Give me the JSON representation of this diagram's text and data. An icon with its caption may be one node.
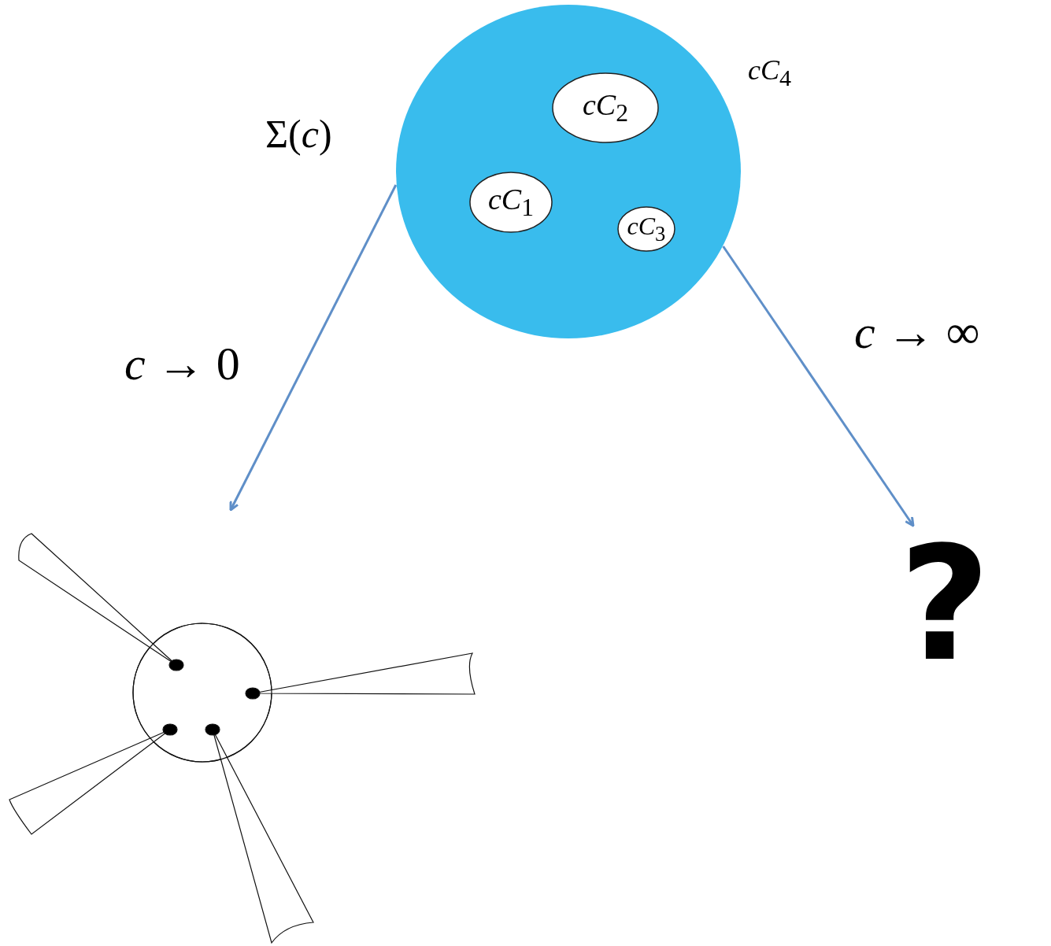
{
  "diagram": {
    "nodes": [
      {
        "text": [
          "*cC*$_{4}$"
        ],
        "beside": [
          "Σ(*c*)"
        ]
      },
      {
        "text": [
          "*cC*$_{1}$"
        ],
        "in": 0
      },
      {
        "text": [
          "*cC*$_{2}$"
        ],
        "in": 0
      },
      {
        "text": [
          "*cC*$_{3}$"
        ],
        "in": 0
      },
      {
        "text": [],
        "shape": "picture"
      },
      {
        "text": [
          "?"
        ]
      }
    ],
    "edges": [
      {
        "from": 0,
        "to": 4,
        "arrow": "to",
        "label": "*c* → 0"
      },
      {
        "from": 0,
        "to": 5,
        "arrow": "to",
        "label": "*c* → ∞"
      }
    ]
  }
}
